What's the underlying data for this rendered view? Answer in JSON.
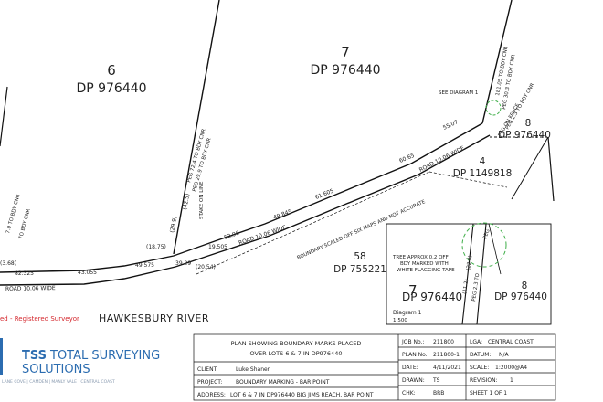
{
  "lots": {
    "lot6": {
      "number": "6",
      "dp": "DP 976440"
    },
    "lot7": {
      "number": "7",
      "dp": "DP 976440"
    },
    "lot8_top": {
      "number": "8",
      "dp": "DP 976440"
    },
    "lot4": {
      "number": "4",
      "dp": "DP 1149818"
    },
    "lot58": {
      "number": "58",
      "dp": "DP 755221"
    }
  },
  "labels": {
    "see_diagram": "SEE DIAGRAM 1",
    "river": "HAWKESBURY RIVER",
    "surveyor": "ed - Registered Surveyor",
    "boundary_note": "BOUNDARY SCALED OFF SIX MAPS AND NOT ACCURATE",
    "stake_on_line": "STAKE ON LINE",
    "road_label_1": "ROAD 10.06 WIDE",
    "road_label_2": "ROAD 10.06 WIDE",
    "road_label_3": "ROAD 10.06 WIDE",
    "peg_on_fence": "PEG ON FENCE",
    "peg_2_3": "PEG 2.3 TO BDY CNR",
    "peg_30_3": "PEG 30.3 TO BDY CNR",
    "dim_181": "181.05 TO BDY CNR",
    "peg_72_4": "PEG 72.4 TO BDY CNR",
    "peg_29_9": "PEG 29.9 TO BDY CNR",
    "to_bdy_cnr_a": "7.0 TO BDY CNR",
    "to_bdy_cnr_b": "TO BDY CNR"
  },
  "dimensions": {
    "d55_07": "55.07",
    "d60_65": "60.65",
    "d61_605": "61.605",
    "d49_845": "49.845",
    "d52_96": "52.96",
    "d19_505": "19.505",
    "d39_29": "39.29",
    "d20_54": "(20.54)",
    "d49_575": "49.575",
    "d43_055": "43.055",
    "d82_325": "82.325",
    "d3_68": "(3.68)",
    "d18_75": "(18.75)",
    "d29_9": "(29.9)",
    "d42_5": "(42.5)"
  },
  "diagram": {
    "tree_note_1": "TREE APPROX 0.2 OFF",
    "tree_note_2": "BDY MARKED WITH",
    "tree_note_3": "WHITE FLAGGING TAPE",
    "lot7": {
      "number": "7",
      "dp": "DP 976440"
    },
    "lot8": {
      "number": "8",
      "dp": "DP 976440"
    },
    "peg_label": "PEG",
    "peg_2_3": "PEG 2.3 TO",
    "dim_22": "(22.0)",
    "dim_11_2": "(11.2)",
    "title": "Diagram 1",
    "scale": "1:500"
  },
  "logo": {
    "tss": "TSS",
    "line1": "TOTAL SURVEYING",
    "line2": "SOLUTIONS",
    "offices": "LANE COVE | CAMDEN | MANLY VALE | CENTRAL COAST"
  },
  "title_block": {
    "plan_title_1": "PLAN SHOWING BOUNDARY MARKS PLACED",
    "plan_title_2": "OVER LOTS 6 & 7 IN DP976440",
    "client_label": "CLIENT:",
    "client": "Luke Shaner",
    "project_label": "PROJECT:",
    "project": "BOUNDARY MARKING - BAR POINT",
    "address_label": "ADDRESS:",
    "address": "LOT 6 & 7 IN DP976440 BIG JIMS REACH, BAR POINT",
    "job_no_label": "JOB No.:",
    "job_no": "211800",
    "plan_no_label": "PLAN No.:",
    "plan_no": "211800-1",
    "date_label": "DATE:",
    "date": "4/11/2021",
    "drawn_label": "DRAWN:",
    "drawn": "TS",
    "chk_label": "CHK:",
    "chk": "BRB",
    "lga_label": "LGA:",
    "lga": "CENTRAL COAST",
    "datum_label": "DATUM:",
    "datum": "N/A",
    "scale_label": "SCALE:",
    "scale": "1:2000@A4",
    "revision_label": "REVISION:",
    "revision": "1",
    "sheet": "SHEET 1 OF 1"
  },
  "colors": {
    "ink": "#222222",
    "surveyor_red": "#d4262c",
    "tree_green": "#3fae49",
    "logo_blue": "#2b6cb0"
  }
}
